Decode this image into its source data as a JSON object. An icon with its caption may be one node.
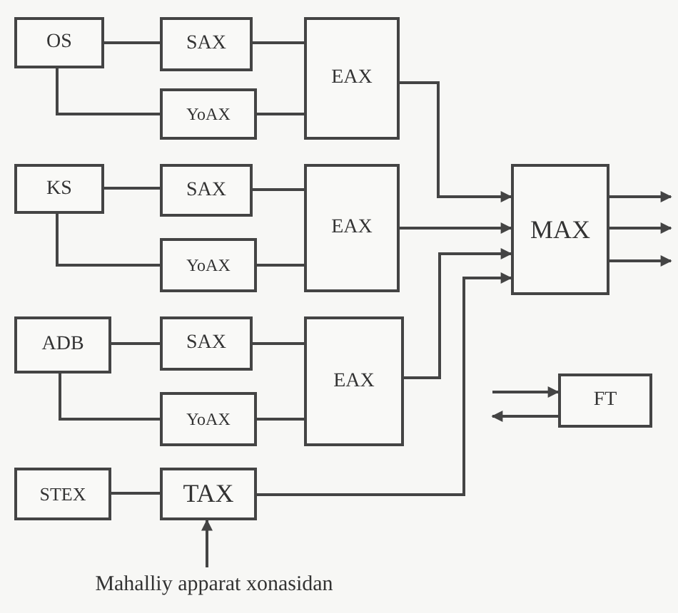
{
  "diagram": {
    "nodes": [
      {
        "text": [
          "OS"
        ]
      },
      {
        "text": [
          "SAX"
        ]
      },
      {
        "text": [
          "YoAX"
        ]
      },
      {
        "text": [
          "EAX"
        ]
      },
      {
        "text": [
          "KS"
        ]
      },
      {
        "text": [
          "SAX"
        ]
      },
      {
        "text": [
          "YoAX"
        ]
      },
      {
        "text": [
          "EAX"
        ]
      },
      {
        "text": [
          "ADB"
        ]
      },
      {
        "text": [
          "SAX"
        ]
      },
      {
        "text": [
          "YoAX"
        ]
      },
      {
        "text": [
          "EAX"
        ]
      },
      {
        "text": [
          "STEX"
        ]
      },
      {
        "text": [
          "TAX"
        ]
      },
      {
        "text": [
          "MAX"
        ]
      },
      {
        "text": [
          "FT"
        ]
      },
      {
        "text": [
          "Mahalliy apparat xonasidan"
        ]
      }
    ],
    "edges": [
      {
        "from": 0,
        "to": 1,
        "arrow": "none"
      },
      {
        "from": 0,
        "to": 2,
        "arrow": "none"
      },
      {
        "from": 1,
        "to": 3,
        "arrow": "none"
      },
      {
        "from": 2,
        "to": 3,
        "arrow": "none"
      },
      {
        "from": 4,
        "to": 5,
        "arrow": "none"
      },
      {
        "from": 4,
        "to": 6,
        "arrow": "none"
      },
      {
        "from": 5,
        "to": 7,
        "arrow": "none"
      },
      {
        "from": 6,
        "to": 7,
        "arrow": "none"
      },
      {
        "from": 8,
        "to": 9,
        "arrow": "none"
      },
      {
        "from": 8,
        "to": 10,
        "arrow": "none"
      },
      {
        "from": 9,
        "to": 11,
        "arrow": "none"
      },
      {
        "from": 10,
        "to": 11,
        "arrow": "none"
      },
      {
        "from": 12,
        "to": 13,
        "arrow": "none"
      },
      {
        "from": 3,
        "to": 14,
        "arrow": "to"
      },
      {
        "from": 7,
        "to": 14,
        "arrow": "to"
      },
      {
        "from": 11,
        "to": 14,
        "arrow": "to"
      },
      {
        "from": 13,
        "to": 14,
        "arrow": "to"
      },
      {
        "from": 14,
        "to": null,
        "arrow": "to"
      },
      {
        "from": 14,
        "to": null,
        "arrow": "to"
      },
      {
        "from": 14,
        "to": null,
        "arrow": "to"
      },
      {
        "from": null,
        "to": 15,
        "arrow": "to"
      },
      {
        "from": 15,
        "to": null,
        "arrow": "to"
      },
      {
        "from": 16,
        "to": 13,
        "arrow": "to"
      }
    ]
  }
}
